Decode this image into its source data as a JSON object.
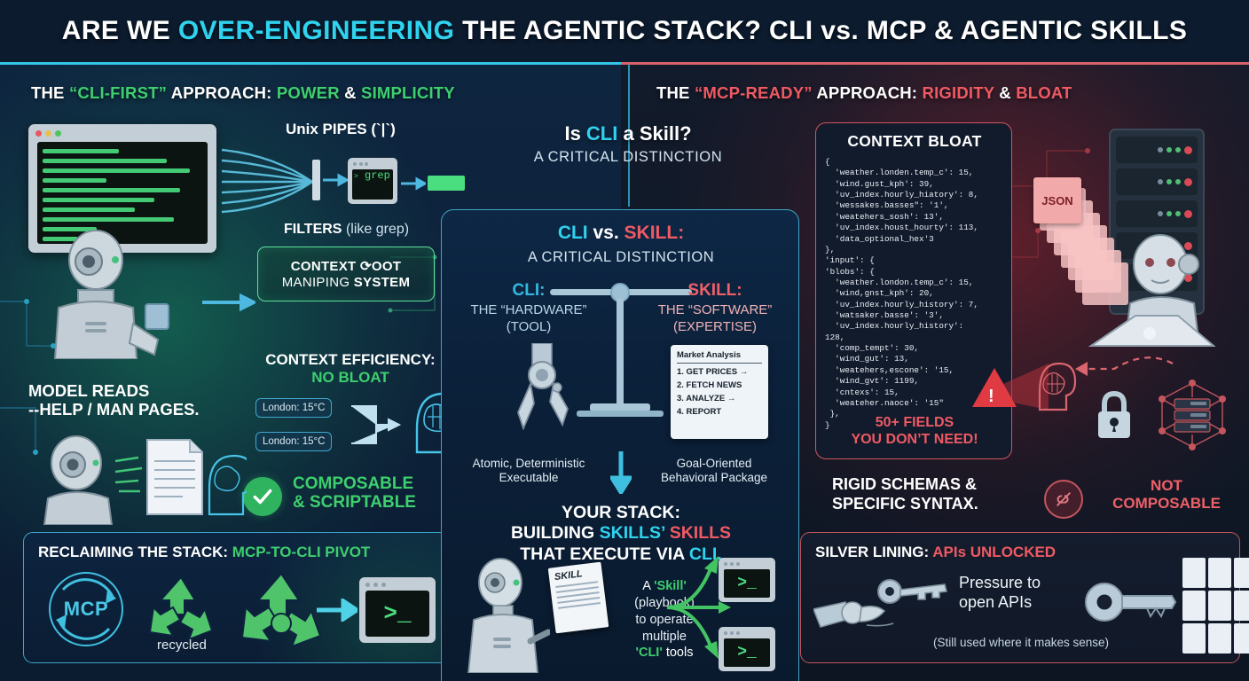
{
  "title": {
    "part1": "ARE WE ",
    "highlight": "OVER-ENGINEERING",
    "part2": " THE AGENTIC STACK? CLI vs. MCP & AGENTIC SKILLS"
  },
  "left": {
    "header": {
      "p1": "THE ",
      "q": "“CLI-FIRST”",
      "p2": " APPROACH: ",
      "a": "POWER",
      "amp": " & ",
      "b": "SIMPLICITY"
    },
    "terminal": {
      "dots": [
        "red-dot",
        "yellow-dot",
        "green-dot"
      ]
    },
    "pipes_label": "Unix PIPES (`|`)",
    "grep_prompt": ">",
    "grep_text": "grep",
    "filters_label": "FILTERS",
    "filters_note": "(like grep)",
    "context_box": {
      "line1_bold": "CONTEXT",
      "line1_rest": " ⟳OOT",
      "line2_a": "MANIPING ",
      "line2_b": "SYSTEM"
    },
    "ctx_efficiency": {
      "line1": "CONTEXT EFFICIENCY:",
      "line2": "NO BLOAT"
    },
    "chips": [
      "London: 15°C",
      "London: 15°C"
    ],
    "composable": {
      "line1": "COMPOSABLE",
      "line2": "& SCRIPTABLE"
    },
    "model_reads": {
      "line1": "MODEL READS",
      "line2": "--HELP / MAN PAGES."
    },
    "reclaim": {
      "title_a": "RECLAIMING THE STACK: ",
      "title_b": "MCP-TO-CLI PIVOT",
      "mcp_label": "MCP",
      "recycled_label": "recycled",
      "terminal_glyph": ">_"
    }
  },
  "center": {
    "question": {
      "p1": "Is ",
      "cli": "CLI",
      "p2": " a Skill?"
    },
    "question_sub": "A CRITICAL DISTINCTION",
    "card_title": {
      "cli": "CLI",
      "vs": " vs. ",
      "skill": "SKILL",
      "colon": ":"
    },
    "card_sub": "A CRITICAL DISTINCTION",
    "cli_side": {
      "head": "CLI:",
      "sub1": "THE “HARDWARE”",
      "sub2": "(TOOL)"
    },
    "skill_side": {
      "head": "SKILL:",
      "sub1": "THE “SOFTWARE”",
      "sub2": "(EXPERTISE)"
    },
    "market_card": {
      "header": "Market Analysis",
      "items": [
        "1. GET PRICES →",
        "2. FETCH NEWS",
        "3. ANALYZE →",
        "4. REPORT"
      ]
    },
    "atomic_label": {
      "line1": "Atomic, Deterministic",
      "line2": "Executable"
    },
    "goal_label": {
      "line1": "Goal-Oriented",
      "line2": "Behavioral Package"
    },
    "your_stack": {
      "line1": "YOUR STACK:",
      "line2_a": "BUILDING ",
      "line2_b": "SKILLS’",
      "line2_c": " SKILLS",
      "line3_a": "THAT EXECUTE VIA ",
      "line3_b": "CLI."
    },
    "skill_paper_title": "SKILL",
    "skill_flow": {
      "l1_a": "A ",
      "l1_b": "'Skill'",
      "l2": "(playbook)",
      "l3": "to operate",
      "l4": "multiple",
      "l5_a": "'CLI'",
      "l5_b": " tools"
    },
    "mini_terminal_glyph": ">_"
  },
  "right": {
    "header": {
      "p1": "THE ",
      "q": "“MCP-READY”",
      "p2": " APPROACH: ",
      "a": "RIGIDITY",
      "amp": " & ",
      "b": "BLOAT"
    },
    "bloat_title": "CONTEXT BLOAT",
    "bloat_json": "{\n  'weather.londen.temp_c': 15,\n  'wind.gust_kph': 39,\n  'uv_index.hourly_hiatory': 8,\n  'wessakes.basses\": '1',\n  'weatehers_sosh': 13',\n  'uv_index.houst_hourty': 113,\n  'data_optional_hex'3\n},\n'input': {\n'blobs': {\n  'weather.london.temp_c': 15,\n  'wind,gnst_kph': 20,\n  'uv_index.hourly_history': 7,\n  'watsaker.basse': '3',\n  'uv_index.hourly_history':\n128,\n  'comp_tempt': 30,\n  'wind_gut': 13,\n  'weatehers,escone': '15,\n  'wind_gvt': 1199,\n  'cntexs': 15,\n  'weateher.naoce': '15\"\n },\n}",
    "bloat_warning": {
      "line1": "50+ FIELDS",
      "line2": "YOU DON’T NEED!"
    },
    "warning_glyph": "!",
    "json_card_label": "JSON",
    "rigid_label": {
      "line1": "RIGID SCHEMAS &",
      "line2": "SPECIFIC SYNTAX."
    },
    "not_composable": {
      "line1": "NOT",
      "line2": "COMPOSABLE"
    },
    "silver": {
      "title_a": "SILVER LINING: ",
      "title_b": "APIs UNLOCKED",
      "pressure_1": "Pressure to",
      "pressure_2": "open APIs",
      "footnote": "(Still used where it makes sense)"
    }
  },
  "colors": {
    "cyan": "#2fd3ef",
    "red": "#ef5a63",
    "green": "#3ecf6e",
    "panel_left_bg": "#0e2540",
    "panel_right_bg": "#121b2b",
    "title_bg": "#0c1b2e"
  }
}
